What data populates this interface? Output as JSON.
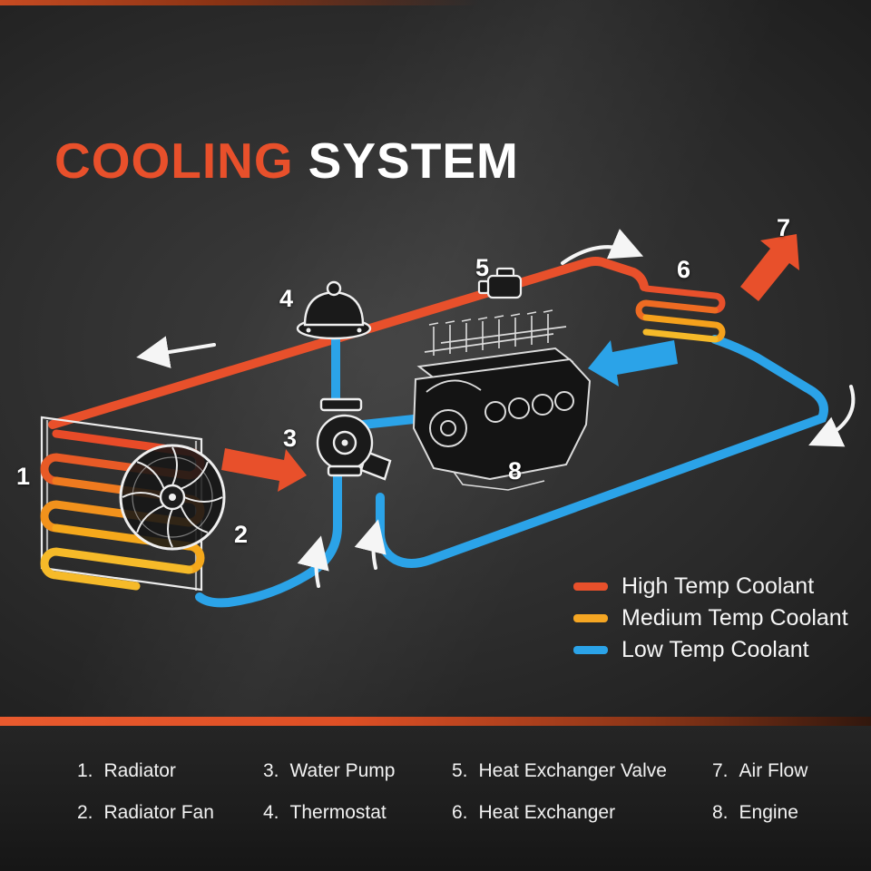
{
  "header": {
    "title_accent": "COOLING",
    "title_rest": "SYSTEM"
  },
  "legend": {
    "items": [
      {
        "label": "High Temp Coolant",
        "color": "#e8502b"
      },
      {
        "label": "Medium Temp Coolant",
        "color": "#f5a623"
      },
      {
        "label": "Low Temp Coolant",
        "color": "#2ba3e8"
      }
    ]
  },
  "diagram": {
    "markers": [
      "1",
      "2",
      "3",
      "4",
      "5",
      "6",
      "7",
      "8"
    ]
  },
  "parts_list": {
    "items": [
      {
        "num": "1.",
        "label": "Radiator"
      },
      {
        "num": "2.",
        "label": "Radiator Fan"
      },
      {
        "num": "3.",
        "label": "Water Pump"
      },
      {
        "num": "4.",
        "label": "Thermostat"
      },
      {
        "num": "5.",
        "label": "Heat Exchanger Valve"
      },
      {
        "num": "6.",
        "label": "Heat Exchanger"
      },
      {
        "num": "7.",
        "label": "Air Flow"
      },
      {
        "num": "8.",
        "label": "Engine"
      }
    ]
  },
  "colors": {
    "high_temp": "#e8502b",
    "medium_temp": "#f5a623",
    "low_temp": "#2ba3e8",
    "title_accent": "#e8502b"
  }
}
